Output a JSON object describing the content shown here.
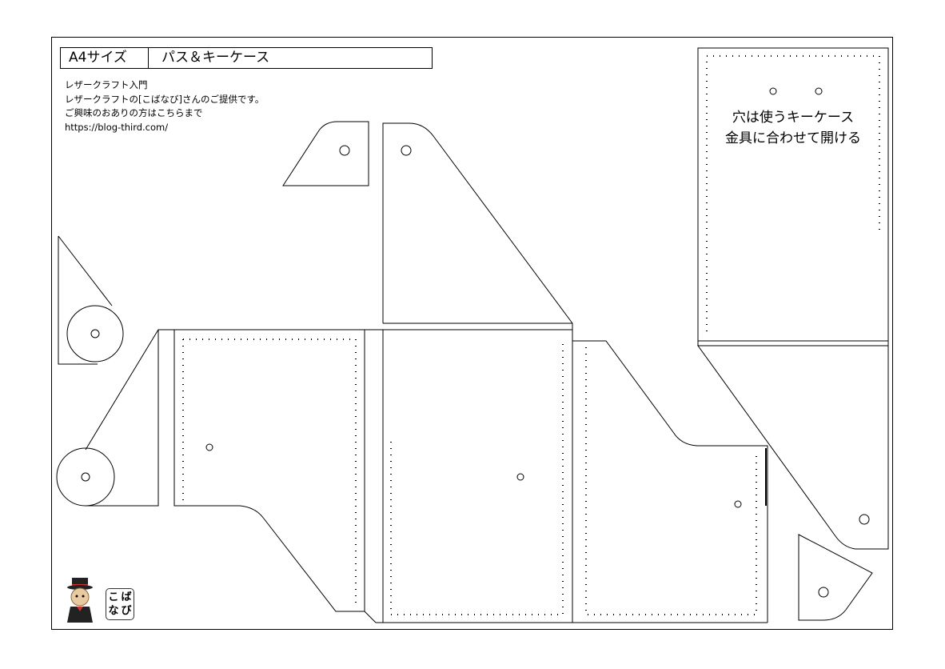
{
  "header": {
    "size": "A4サイズ",
    "title": "パス＆キーケース"
  },
  "info": {
    "line1": "レザークラフト入門",
    "line2": "レザークラフトの[こばなび]さんのご提供です。",
    "line3": "ご興味のおありの方はこちらまで",
    "url": "https://blog-third.com/"
  },
  "note": {
    "line1": "穴は使うキーケース",
    "line2": "金具に合わせて開ける"
  },
  "logo": {
    "chars": [
      "こ",
      "ば",
      "な",
      "び"
    ]
  },
  "colors": {
    "line": "#000000",
    "background": "#ffffff"
  }
}
